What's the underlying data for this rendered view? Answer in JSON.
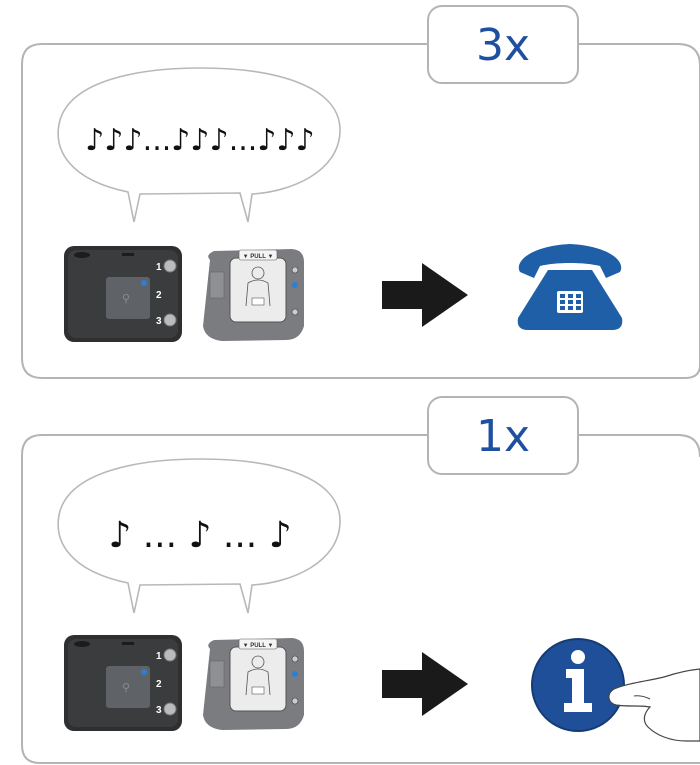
{
  "panels": [
    {
      "count_label": "3x",
      "tones": "♪♪♪...♪♪♪...♪♪♪",
      "numbers": [
        "1",
        "2",
        "3"
      ],
      "pull_label": "▼ PULL ▼",
      "result_icon": "telephone-icon",
      "colors": {
        "accent": "#1f5fa8"
      }
    },
    {
      "count_label": "1x",
      "tones": "♪ ... ♪ ... ♪",
      "numbers": [
        "1",
        "2",
        "3"
      ],
      "pull_label": "▼ PULL ▼",
      "result_icon": "info-button-icon",
      "colors": {
        "accent": "#1f4f99"
      }
    }
  ]
}
